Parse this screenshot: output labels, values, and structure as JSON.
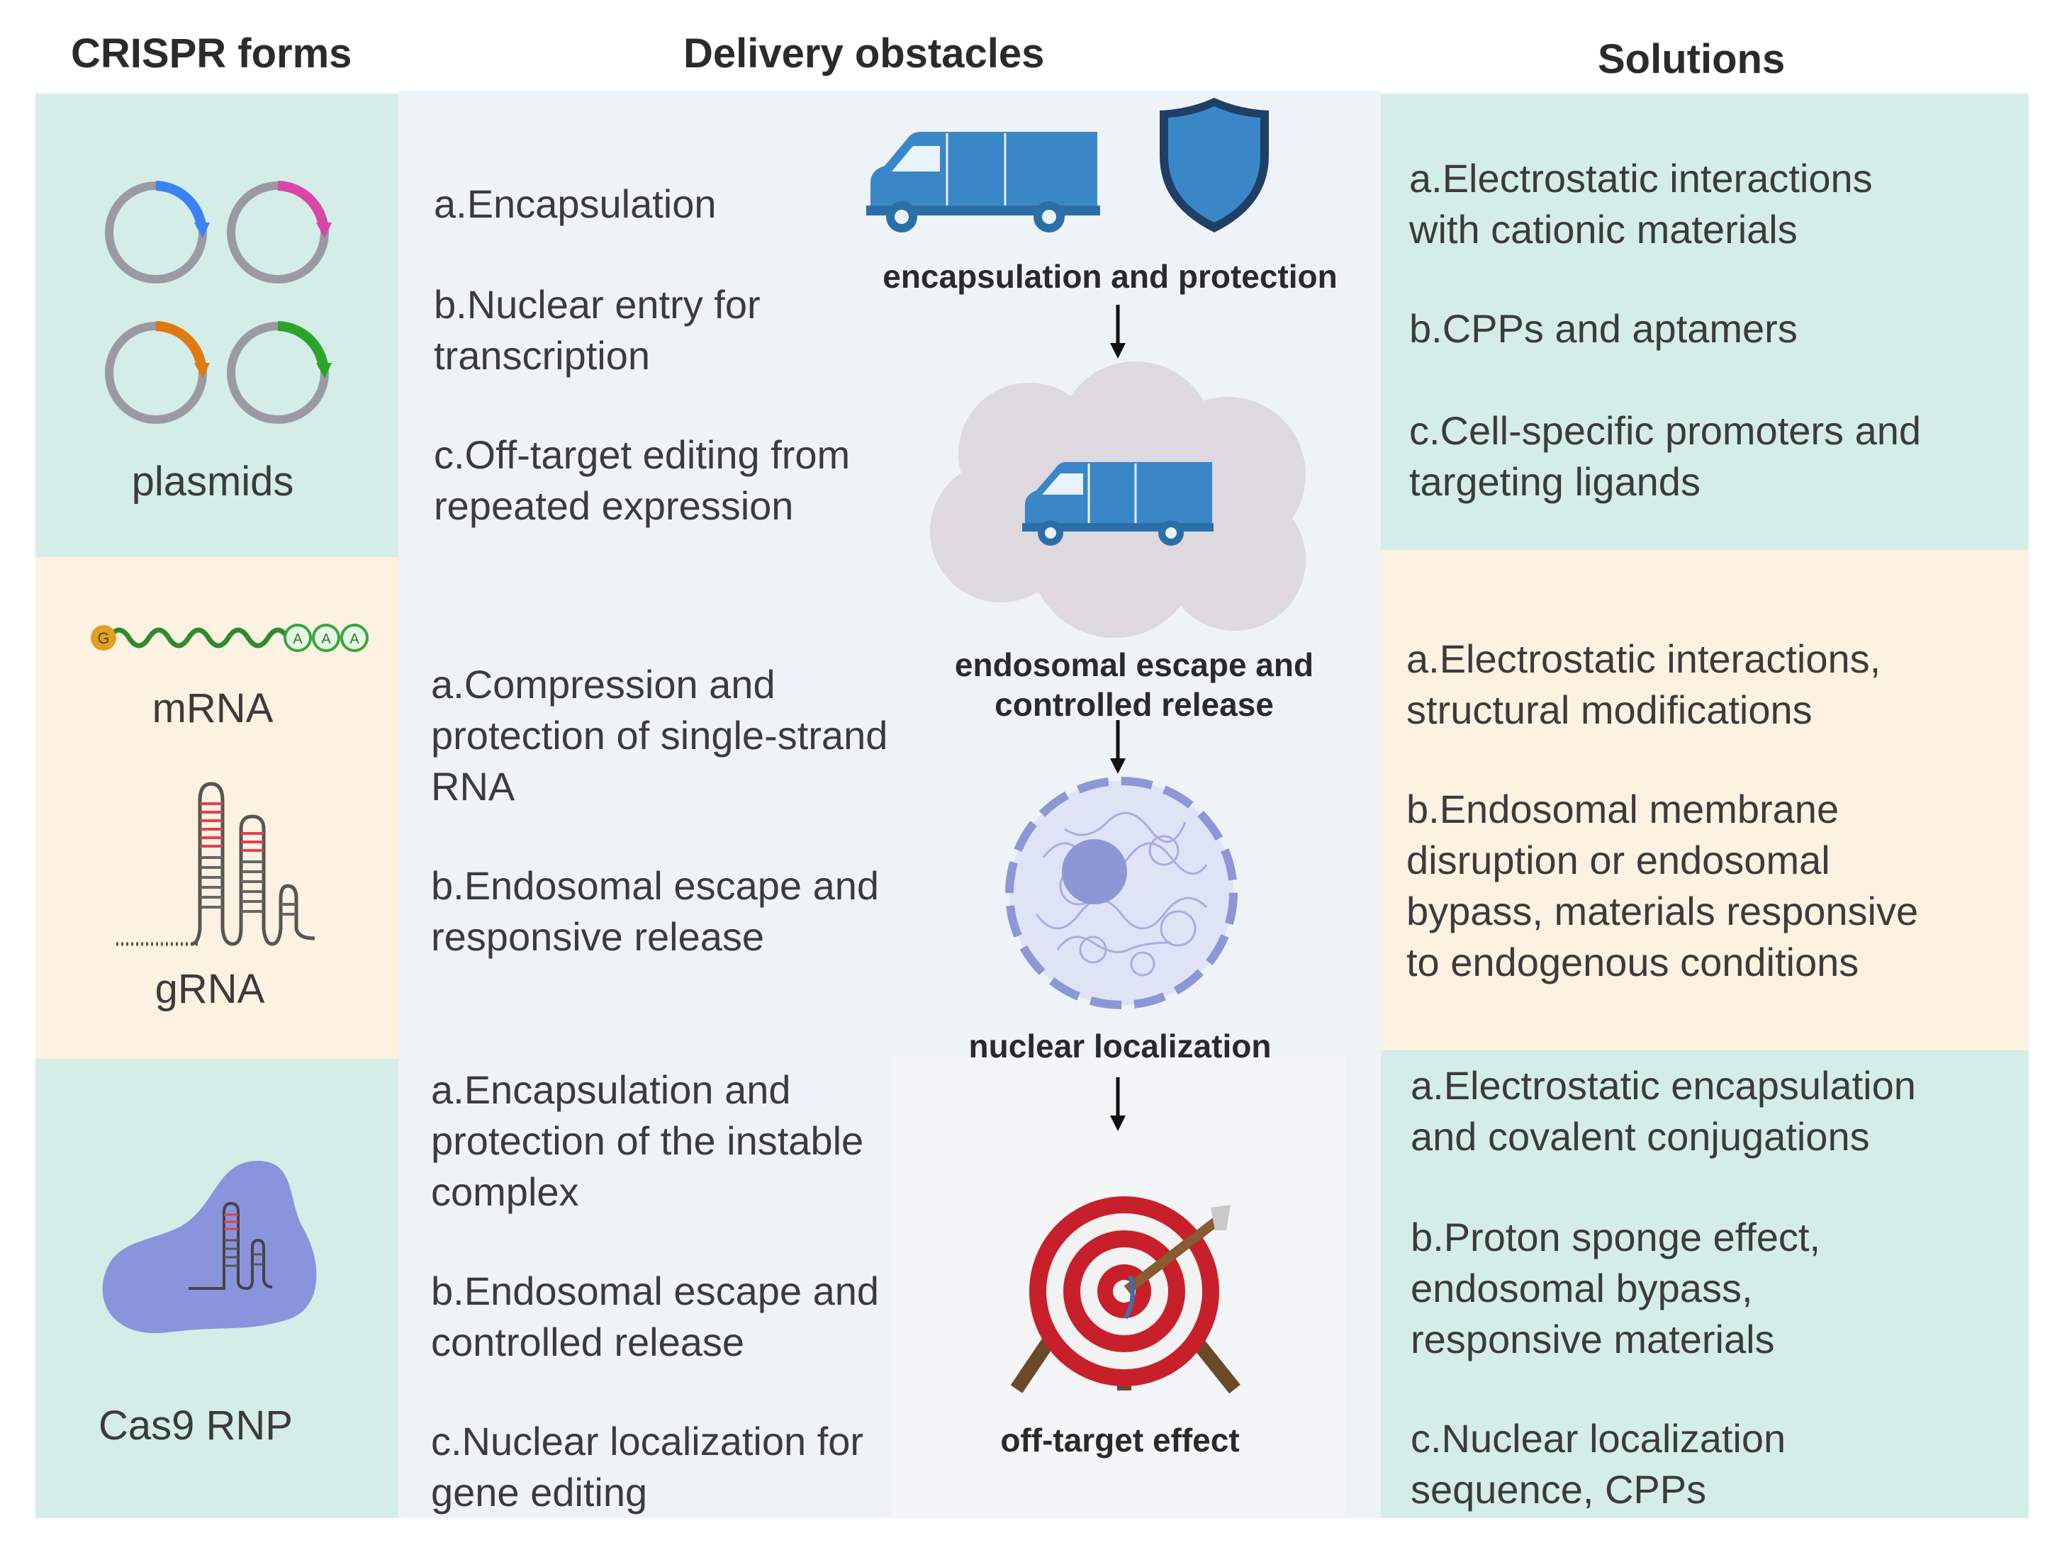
{
  "headers": {
    "forms": "CRISPR forms",
    "obstacles": "Delivery obstacles",
    "solutions": "Solutions"
  },
  "colors": {
    "teal_panel": "#d4ede7",
    "cream_panel": "#fdf1e1",
    "center_panel": "#eef3f8",
    "blue_icon": "#3a87c8",
    "plasmid_blue": "#3b82f6",
    "plasmid_magenta": "#d946a8",
    "plasmid_orange": "#e07a10",
    "plasmid_green": "#2aa52a"
  },
  "forms": {
    "plasmids": "plasmids",
    "mrna": "mRNA",
    "grna": "gRNA",
    "cas9": "Cas9 RNP",
    "mrna_cap": "G",
    "mrna_tail": "A"
  },
  "obstacles": {
    "plasmid": [
      [
        "a.Encapsulation"
      ],
      [
        "b.Nuclear entry for",
        "transcription"
      ],
      [
        "c.Off-target editing from",
        "repeated expression"
      ]
    ],
    "rna": [
      [
        "a.Compression and",
        "protection of single-strand",
        "RNA"
      ],
      [
        "b.Endosomal escape and",
        "responsive release"
      ]
    ],
    "rnp": [
      [
        "a.Encapsulation and",
        "protection of the instable",
        "complex"
      ],
      [
        "b.Endosomal escape and",
        "controlled release"
      ],
      [
        "c.Nuclear localization for",
        "gene editing"
      ]
    ]
  },
  "steps": {
    "encapsulation": "encapsulation and protection",
    "endosomal_1": "endosomal escape and",
    "endosomal_2": "controlled release",
    "nuclear": "nuclear localization",
    "offtarget": "off-target effect"
  },
  "solutions": {
    "plasmid": [
      [
        "a.Electrostatic interactions",
        "with cationic materials"
      ],
      [
        "b.CPPs and aptamers"
      ],
      [
        "c.Cell-specific promoters and",
        "targeting ligands"
      ]
    ],
    "rna": [
      [
        "a.Electrostatic interactions,",
        "structural modifications"
      ],
      [
        "b.Endosomal membrane",
        "disruption or endosomal",
        "bypass, materials responsive",
        "to endogenous conditions"
      ]
    ],
    "rnp": [
      [
        "a.Electrostatic encapsulation",
        "and covalent conjugations"
      ],
      [
        "b.Proton sponge effect,",
        "endosomal bypass,",
        "responsive materials"
      ],
      [
        "c.Nuclear localization",
        "sequence, CPPs"
      ]
    ]
  }
}
